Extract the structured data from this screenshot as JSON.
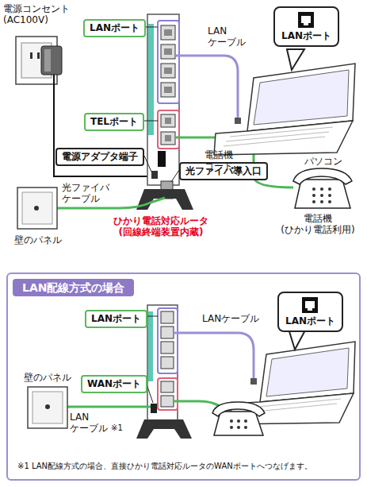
{
  "diagram": {
    "nodes": [
      {
        "text": [
          "LANポート"
        ]
      },
      {
        "text": [
          "LANポート"
        ]
      },
      {
        "text": [
          "TELポート"
        ]
      },
      {
        "text": [
          "電源アダプタ端子"
        ]
      },
      {
        "text": [
          "光ファイバ導入口"
        ]
      },
      {
        "text": [
          "LAN配線方式の場合"
        ]
      },
      {
        "text": [
          "LANポート"
        ],
        "in": 5
      },
      {
        "text": [
          "LANポート"
        ],
        "in": 5
      },
      {
        "text": [
          "WANポート"
        ],
        "in": 5
      }
    ],
    "labels": [
      "電源コンセント (AC100V)",
      "LAN ケーブル",
      "パソコン",
      "電話機 コード",
      "光ファイバ ケーブル",
      "壁のパネル",
      "ひかり電話対応ルータ (回線終端装置内蔵)",
      "電話機 (ひかり電話利用)",
      "LANケーブル",
      "壁のパネル",
      "LAN ケーブル",
      "※1",
      "※1 LAN配線方式の場合、直接ひかり電話対応ルータのWANポートへつなげます。"
    ]
  }
}
